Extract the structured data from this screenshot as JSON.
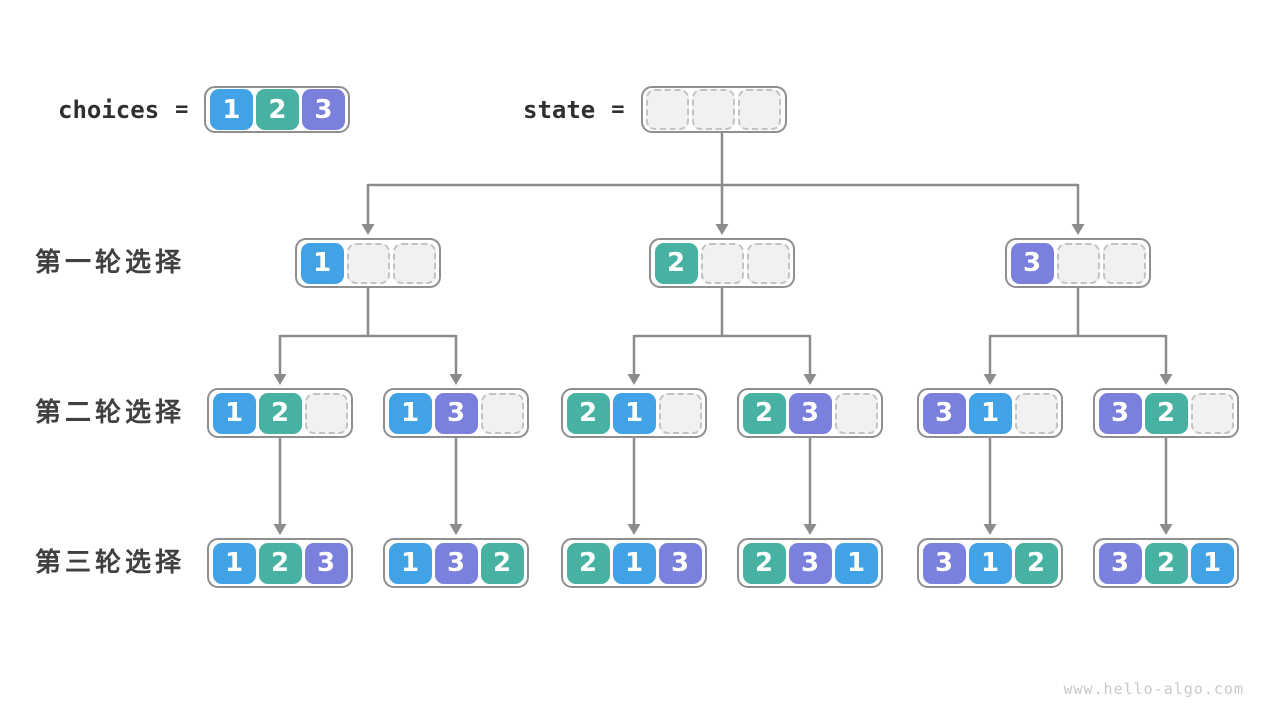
{
  "header": {
    "choices_label": "choices",
    "state_label": "state",
    "equals": "=",
    "choices_cells": [
      1,
      2,
      3
    ],
    "state_cells": [
      null,
      null,
      null
    ]
  },
  "rows": [
    {
      "label": "第一轮选择",
      "boxes": [
        [
          1,
          null,
          null
        ],
        [
          2,
          null,
          null
        ],
        [
          3,
          null,
          null
        ]
      ]
    },
    {
      "label": "第二轮选择",
      "boxes": [
        [
          1,
          2,
          null
        ],
        [
          1,
          3,
          null
        ],
        [
          2,
          1,
          null
        ],
        [
          2,
          3,
          null
        ],
        [
          3,
          1,
          null
        ],
        [
          3,
          2,
          null
        ]
      ]
    },
    {
      "label": "第三轮选择",
      "boxes": [
        [
          1,
          2,
          3
        ],
        [
          1,
          3,
          2
        ],
        [
          2,
          1,
          3
        ],
        [
          2,
          3,
          1
        ],
        [
          3,
          1,
          2
        ],
        [
          3,
          2,
          1
        ]
      ]
    }
  ],
  "colors": {
    "cell1": "#41A2E6",
    "cell2": "#47B2A1",
    "cell3": "#7A80DB",
    "empty_cell_bg": "#F1F1F1",
    "empty_cell_border": "#C2C2C2",
    "box_border": "#8F8F8F",
    "arrow": "#8C8C8C",
    "label_text": "#404040",
    "keyword_text": "#2F2F2F",
    "watermark_text": "#C9C9C9"
  },
  "watermark": "www.hello-algo.com"
}
